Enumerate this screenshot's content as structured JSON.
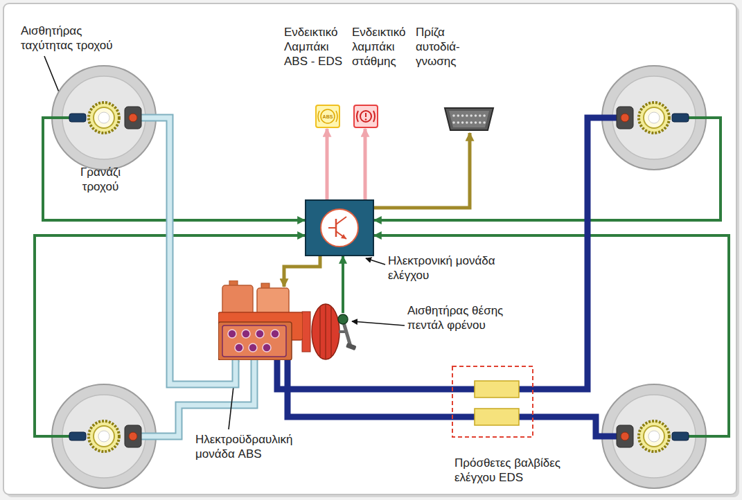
{
  "diagram": {
    "nodes": [
      {
        "text": [
          "Αισθητήρας ταχύτητας τροχού",
          "Γρανάζι τροχού"
        ]
      },
      {
        "text": [
          "Ενδεικτικό Λαμπάκι ABS - EDS",
          "ABS"
        ]
      },
      {
        "text": [
          "Ενδεικτικό λαμπάκι στάθμης"
        ]
      },
      {
        "text": [
          "Πρίζα αυτοδιά- γνωσης"
        ]
      },
      {
        "text": [
          "Ηλεκτρονική μονάδα ελέγχου"
        ]
      },
      {
        "text": [
          "Αισθητήρας θέσης πεντάλ φρένου"
        ]
      },
      {
        "text": [
          "Ηλεκτροϋδραυλική μονάδα ABS"
        ]
      },
      {
        "text": [
          "Πρόσθετες βαλβίδες ελέγχου EDS"
        ]
      }
    ],
    "edges": [
      {
        "from": 0,
        "to": 4,
        "arrow": "to"
      },
      {
        "from": 4,
        "to": 1,
        "arrow": "to"
      },
      {
        "from": 4,
        "to": 2,
        "arrow": "to"
      },
      {
        "from": 4,
        "to": 3,
        "arrow": "to"
      },
      {
        "from": 5,
        "to": 4,
        "arrow": "to"
      },
      {
        "from": 4,
        "to": 6,
        "arrow": "to"
      },
      {
        "from": 6,
        "to": 0,
        "arrow": "none"
      },
      {
        "from": 6,
        "to": 7,
        "arrow": "none"
      },
      {
        "from": 6,
        "to": 7,
        "arrow": "none"
      }
    ]
  }
}
